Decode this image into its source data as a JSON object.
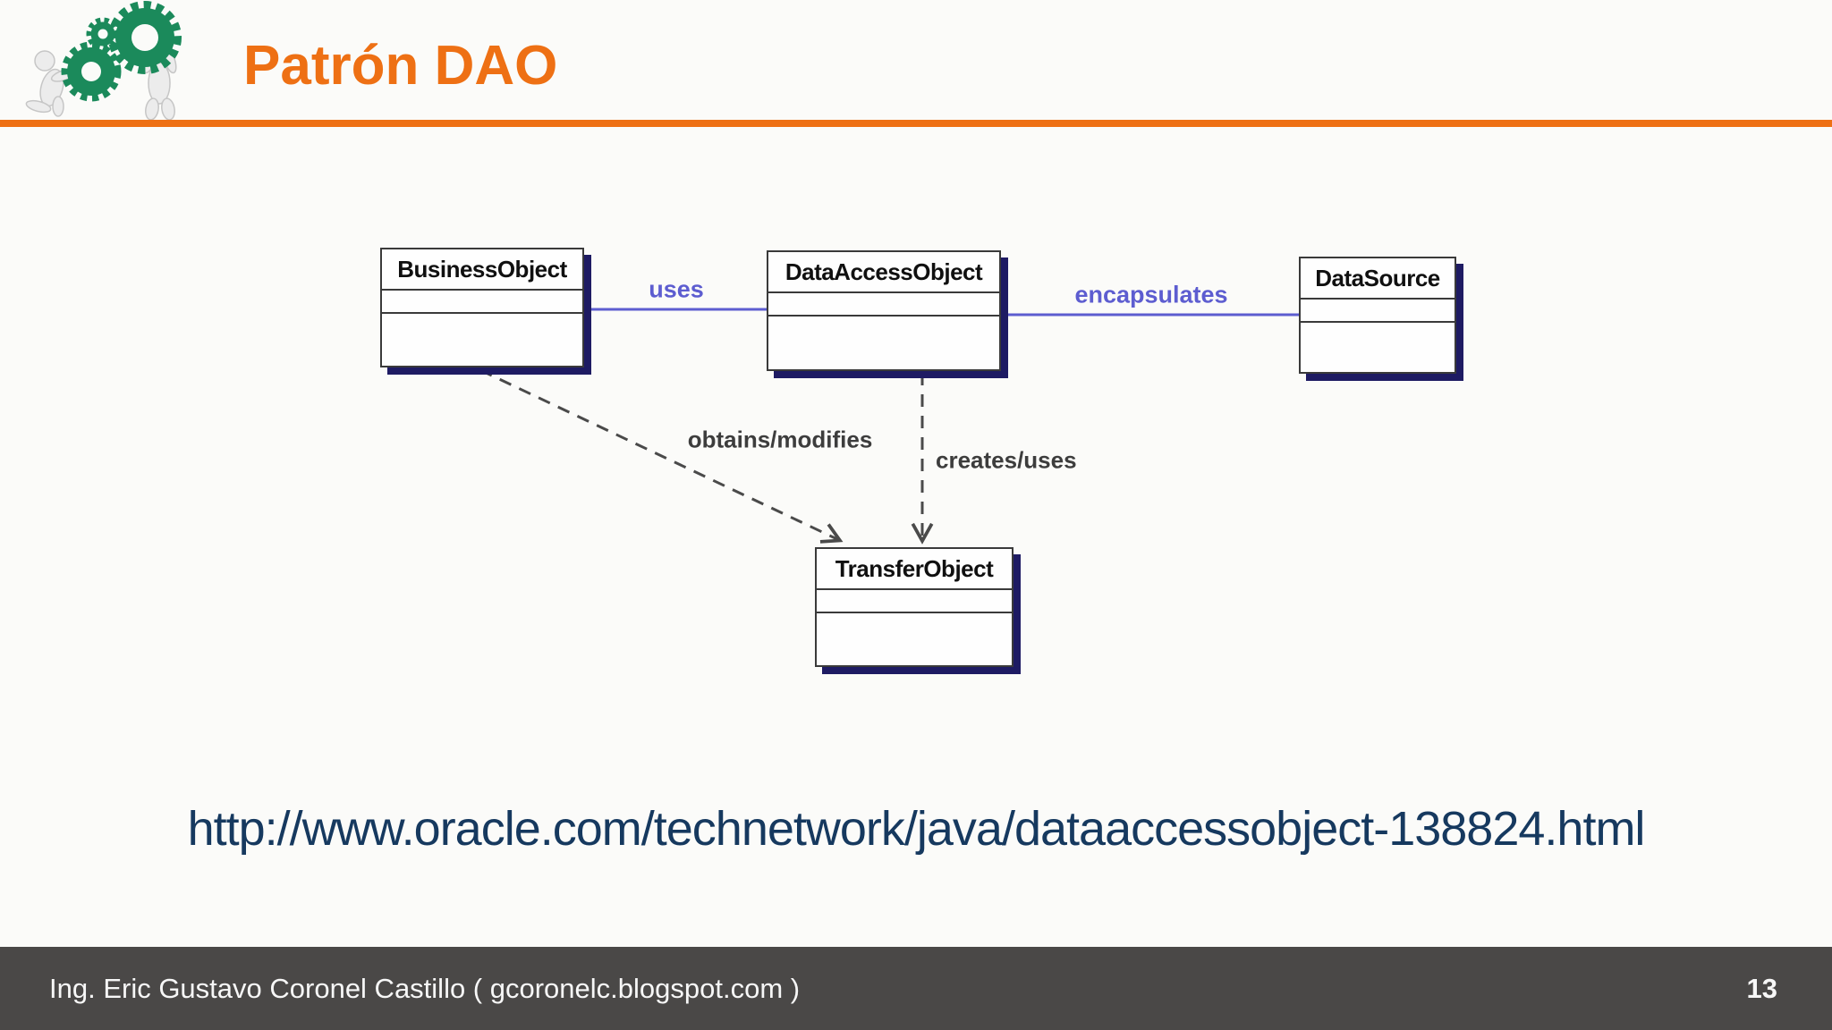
{
  "slide": {
    "title": "Patrón DAO",
    "reference_url": "http://www.oracle.com/technetwork/java/dataaccessobject-138824.html",
    "footer_credit": "Ing. Eric Gustavo Coronel Castillo ( gcoronelc.blogspot.com )",
    "page_number": "13"
  },
  "logo": {
    "description": "two figures pushing and lifting green gears",
    "icon": "gears-teamwork-logo"
  },
  "colors": {
    "accent": "#ee7014",
    "relation-blue": "#5d5dd0",
    "dashed-gray": "#4a4a4a",
    "url-navy": "#16395f",
    "footer-bg": "#4a4847",
    "shadow-navy": "#1e1b63",
    "gear-green": "#1b8a5b"
  },
  "diagram": {
    "classes": [
      {
        "name": "BusinessObject"
      },
      {
        "name": "DataAccessObject"
      },
      {
        "name": "DataSource"
      },
      {
        "name": "TransferObject"
      }
    ],
    "relations": [
      {
        "label": "uses",
        "from": "BusinessObject",
        "to": "DataAccessObject",
        "style": "solid-blue"
      },
      {
        "label": "encapsulates",
        "from": "DataAccessObject",
        "to": "DataSource",
        "style": "solid-blue"
      },
      {
        "label": "obtains/modifies",
        "from": "BusinessObject",
        "to": "TransferObject",
        "style": "dashed-arrow"
      },
      {
        "label": "creates/uses",
        "from": "DataAccessObject",
        "to": "TransferObject",
        "style": "dashed-arrow"
      }
    ]
  }
}
